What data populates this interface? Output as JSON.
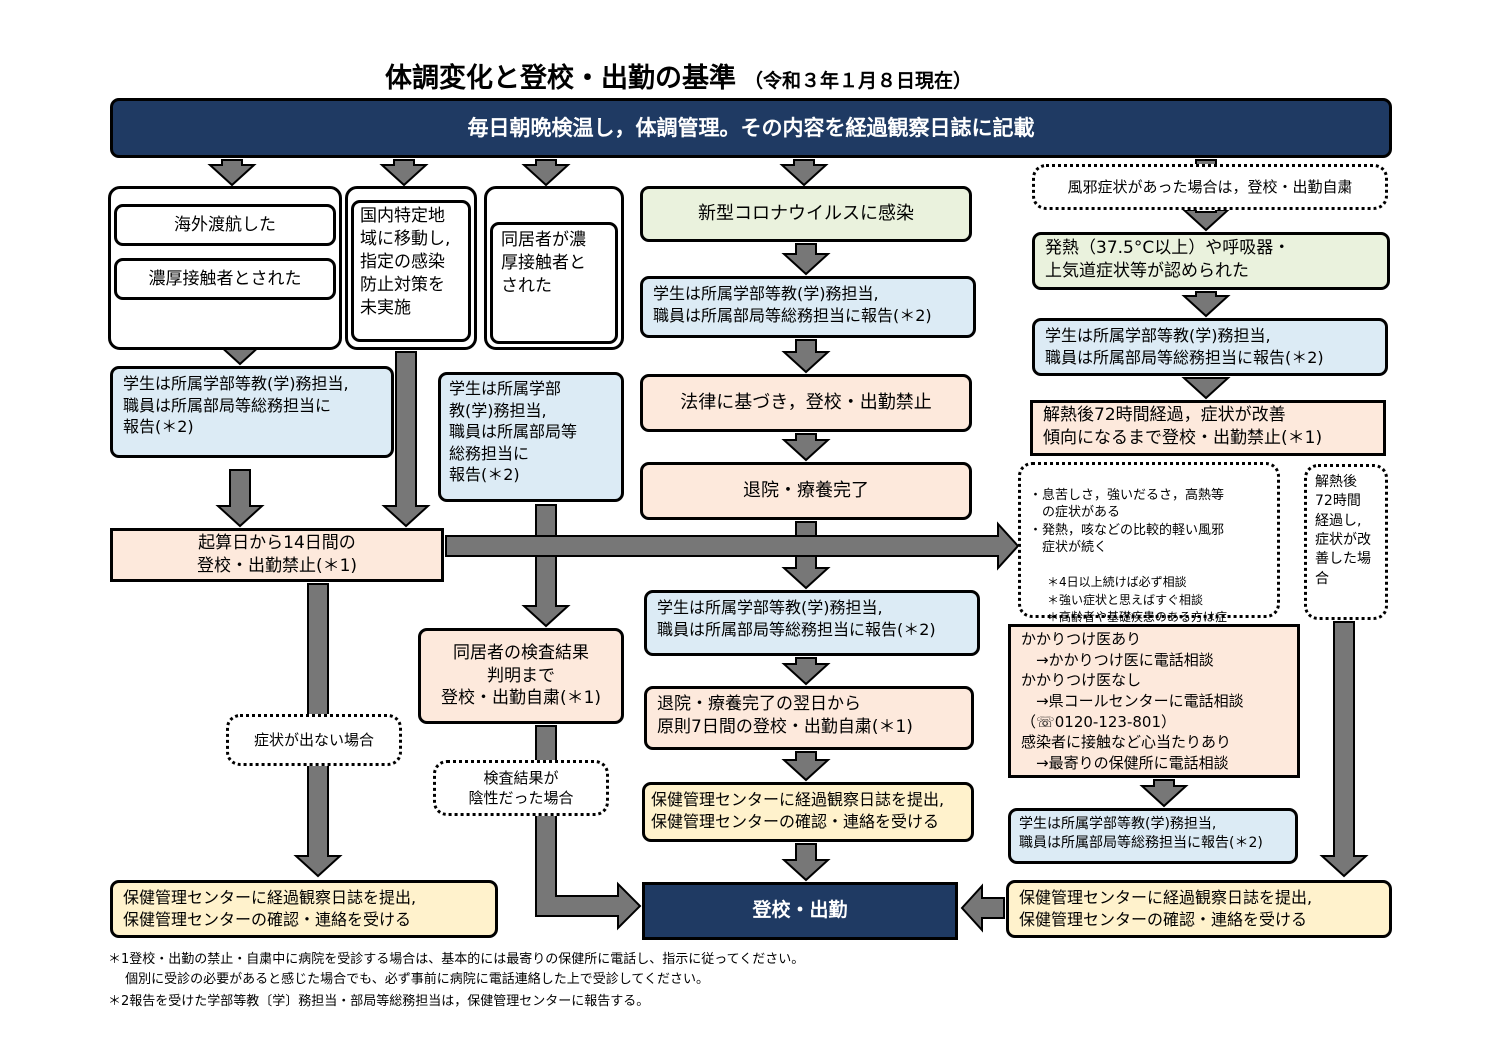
{
  "title": "体調変化と登校・出勤の基準",
  "title_date": "（令和３年１月８日現在）",
  "header_bar": "毎日朝晩検温し，体調管理。その内容を経過観察日誌に記載",
  "col1": {
    "travel": "海外渡航した",
    "contact": "濃厚接触者とされた",
    "report": "学生は所属学部等教(学)務担当,\n職員は所属部局等総務担当に\n報告(＊2)",
    "ban14": "起算日から14日間の\n登校・出勤禁止(＊1)",
    "no_symptom": "症状が出ない場合",
    "submit": "保健管理センターに経過観察日誌を提出,\n保健管理センターの確認・連絡を受ける"
  },
  "col2": {
    "domestic": "国内特定地\n域に移動し,\n指定の感染\n防止対策を\n未実施"
  },
  "col3": {
    "household": "同居者が濃\n厚接触者と\nされた",
    "report": "学生は所属学部\n教(学)務担当,\n職員は所属部局等\n総務担当に\n報告(＊2)",
    "wait": "同居者の検査結果\n判明まで\n登校・出勤自粛(＊1)",
    "negative": "検査結果が\n陰性だった場合"
  },
  "col4": {
    "infected": "新型コロナウイルスに感染",
    "report1": "学生は所属学部等教(学)務担当,\n職員は所属部局等総務担当に報告(＊2)",
    "legal_ban": "法律に基づき，登校・出勤禁止",
    "discharge": "退院・療養完了",
    "report2": "学生は所属学部等教(学)務担当,\n職員は所属部局等総務担当に報告(＊2)",
    "seven_days": "退院・療養完了の翌日から\n原則7日間の登校・出勤自粛(＊1)",
    "submit": "保健管理センターに経過観察日誌を提出,\n保健管理センターの確認・連絡を受ける",
    "return": "登校・出勤"
  },
  "col5": {
    "cold_note": "風邪症状があった場合は，登校・出勤自粛",
    "fever": "発熱（37.5°C以上）や呼吸器・\n上気道症状等が認められた",
    "report1": "学生は所属学部等教(学)務担当,\n職員は所属部局等総務担当に報告(＊2)",
    "ban72": "解熱後72時間経過，症状が改善\n傾向になるまで登校・出勤禁止(＊1)",
    "severe": "・息苦しさ，強いだるさ，高熱等\n　の症状がある\n・発熱，咳などの比較的軽い風邪\n　症状が続く",
    "severe_notes": "＊4日以上続けば必ず相談\n＊強い症状と思えばすぐ相談\n＊高齢者や基礎疾患のある方は症\n　状あれば相談を",
    "improved": "解熱後\n72時間\n経過し,\n症状が改\n善した場\n合",
    "consult": "かかりつけ医あり\n　→かかりつけ医に電話相談\nかかりつけ医なし\n　→県コールセンターに電話相談\n（☏0120-123-801）\n感染者に接触など心当たりあり\n　→最寄りの保健所に電話相談",
    "report2": "学生は所属学部等教(学)務担当,\n職員は所属部局等総務担当に報告(＊2)",
    "submit": "保健管理センターに経過観察日誌を提出,\n保健管理センターの確認・連絡を受ける"
  },
  "footnotes": {
    "note1": "＊1登校・出勤の禁止・自粛中に病院を受診する場合は、基本的には最寄りの保健所に電話し、指示に従ってください。\n　 個別に受診の必要があると感じた場合でも、必ず事前に病院に電話連絡した上で受診してください。",
    "note2": "＊2報告を受けた学部等教〔学〕務担当・部局等総務担当は，保健管理センターに報告する。"
  },
  "colors": {
    "header": "#1f3a63",
    "arrow": "#777777",
    "green": "#eaf2dd",
    "blue": "#dcebf5",
    "peach": "#fde9dc",
    "yellow": "#fff2cc"
  }
}
